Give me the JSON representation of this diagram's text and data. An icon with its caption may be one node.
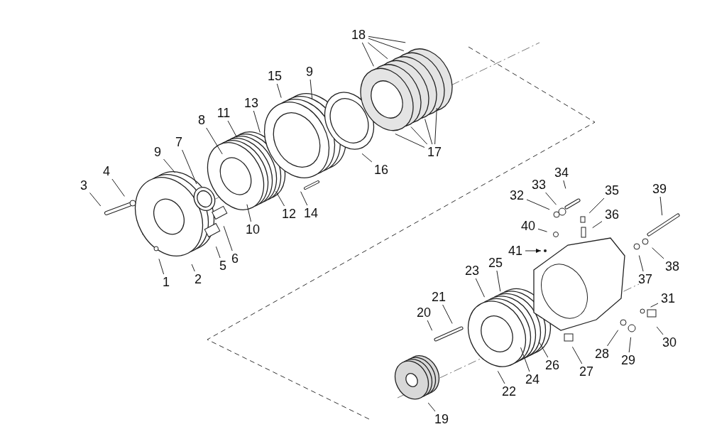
{
  "diagram": {
    "nodes": [
      {
        "text": [
          "1"
        ]
      },
      {
        "text": [
          "2"
        ]
      },
      {
        "text": [
          "3"
        ]
      },
      {
        "text": [
          "4"
        ]
      },
      {
        "text": [
          "5"
        ]
      },
      {
        "text": [
          "6"
        ]
      },
      {
        "text": [
          "7"
        ]
      },
      {
        "text": [
          "8"
        ]
      },
      {
        "text": [
          "9"
        ]
      },
      {
        "text": [
          "9"
        ]
      },
      {
        "text": [
          "10"
        ]
      },
      {
        "text": [
          "11"
        ]
      },
      {
        "text": [
          "12"
        ]
      },
      {
        "text": [
          "13"
        ]
      },
      {
        "text": [
          "14"
        ]
      },
      {
        "text": [
          "15"
        ]
      },
      {
        "text": [
          "16"
        ]
      },
      {
        "text": [
          "17"
        ]
      },
      {
        "text": [
          "18"
        ]
      },
      {
        "text": [
          "19"
        ]
      },
      {
        "text": [
          "20"
        ]
      },
      {
        "text": [
          "21"
        ]
      },
      {
        "text": [
          "22"
        ]
      },
      {
        "text": [
          "23"
        ]
      },
      {
        "text": [
          "24"
        ]
      },
      {
        "text": [
          "25"
        ]
      },
      {
        "text": [
          "26"
        ]
      },
      {
        "text": [
          "27"
        ]
      },
      {
        "text": [
          "28"
        ]
      },
      {
        "text": [
          "29"
        ]
      },
      {
        "text": [
          "30"
        ]
      },
      {
        "text": [
          "31"
        ]
      },
      {
        "text": [
          "32"
        ]
      },
      {
        "text": [
          "33"
        ]
      },
      {
        "text": [
          "34"
        ]
      },
      {
        "text": [
          "35"
        ]
      },
      {
        "text": [
          "36"
        ]
      },
      {
        "text": [
          "37"
        ]
      },
      {
        "text": [
          "38"
        ]
      },
      {
        "text": [
          "39"
        ]
      },
      {
        "text": [
          "40"
        ]
      },
      {
        "text": [
          "41"
        ]
      }
    ],
    "edges": [
      {
        "from": 0,
        "to": null,
        "arrow": "none"
      },
      {
        "from": 1,
        "to": null,
        "arrow": "none"
      },
      {
        "from": 2,
        "to": null,
        "arrow": "none"
      },
      {
        "from": 3,
        "to": null,
        "arrow": "none"
      },
      {
        "from": 4,
        "to": null,
        "arrow": "none"
      },
      {
        "from": 5,
        "to": null,
        "arrow": "none"
      },
      {
        "from": 6,
        "to": null,
        "arrow": "none"
      },
      {
        "from": 7,
        "to": null,
        "arrow": "none"
      },
      {
        "from": 8,
        "to": null,
        "arrow": "none"
      },
      {
        "from": 9,
        "to": null,
        "arrow": "none"
      },
      {
        "from": 10,
        "to": null,
        "arrow": "none"
      },
      {
        "from": 11,
        "to": null,
        "arrow": "none"
      },
      {
        "from": 12,
        "to": null,
        "arrow": "none"
      },
      {
        "from": 13,
        "to": null,
        "arrow": "none"
      },
      {
        "from": 14,
        "to": null,
        "arrow": "none"
      },
      {
        "from": 15,
        "to": null,
        "arrow": "none"
      },
      {
        "from": 16,
        "to": null,
        "arrow": "none"
      },
      {
        "from": 17,
        "to": null,
        "arrow": "none"
      },
      {
        "from": 17,
        "to": null,
        "arrow": "none"
      },
      {
        "from": 17,
        "to": null,
        "arrow": "none"
      },
      {
        "from": 17,
        "to": null,
        "arrow": "none"
      },
      {
        "from": 18,
        "to": null,
        "arrow": "none"
      },
      {
        "from": 18,
        "to": null,
        "arrow": "none"
      },
      {
        "from": 18,
        "to": null,
        "arrow": "none"
      },
      {
        "from": 18,
        "to": null,
        "arrow": "none"
      },
      {
        "from": 19,
        "to": null,
        "arrow": "none"
      },
      {
        "from": 20,
        "to": null,
        "arrow": "none"
      },
      {
        "from": 21,
        "to": null,
        "arrow": "none"
      },
      {
        "from": 22,
        "to": null,
        "arrow": "none"
      },
      {
        "from": 23,
        "to": null,
        "arrow": "none"
      },
      {
        "from": 24,
        "to": null,
        "arrow": "none"
      },
      {
        "from": 25,
        "to": null,
        "arrow": "none"
      },
      {
        "from": 26,
        "to": null,
        "arrow": "none"
      },
      {
        "from": 27,
        "to": null,
        "arrow": "none"
      },
      {
        "from": 28,
        "to": null,
        "arrow": "none"
      },
      {
        "from": 29,
        "to": null,
        "arrow": "none"
      },
      {
        "from": 30,
        "to": null,
        "arrow": "none"
      },
      {
        "from": 31,
        "to": null,
        "arrow": "none"
      },
      {
        "from": 32,
        "to": null,
        "arrow": "none"
      },
      {
        "from": 33,
        "to": null,
        "arrow": "none"
      },
      {
        "from": 34,
        "to": null,
        "arrow": "none"
      },
      {
        "from": 35,
        "to": null,
        "arrow": "none"
      },
      {
        "from": 36,
        "to": null,
        "arrow": "none"
      },
      {
        "from": 37,
        "to": null,
        "arrow": "none"
      },
      {
        "from": 38,
        "to": null,
        "arrow": "none"
      },
      {
        "from": 39,
        "to": null,
        "arrow": "none"
      },
      {
        "from": 40,
        "to": null,
        "arrow": "none"
      },
      {
        "from": 41,
        "to": null,
        "arrow": "to"
      }
    ]
  }
}
